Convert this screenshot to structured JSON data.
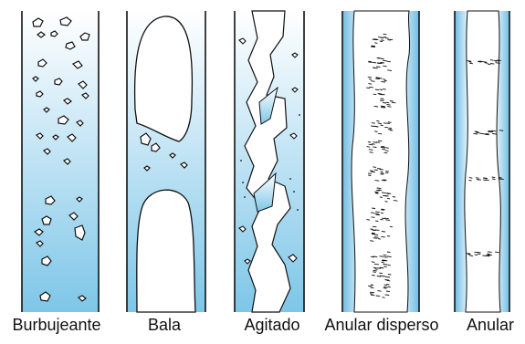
{
  "figure": {
    "labels": {
      "bubbly": "Burbujeante",
      "slug": "Bala",
      "churn": "Agitado",
      "dispersed_annular": "Anular disperso",
      "annular": "Anular"
    },
    "colors": {
      "tube_top": "#ffffff",
      "tube_bottom": "#7ec6e8",
      "wall": "#111111",
      "gas": "#ffffff"
    }
  }
}
